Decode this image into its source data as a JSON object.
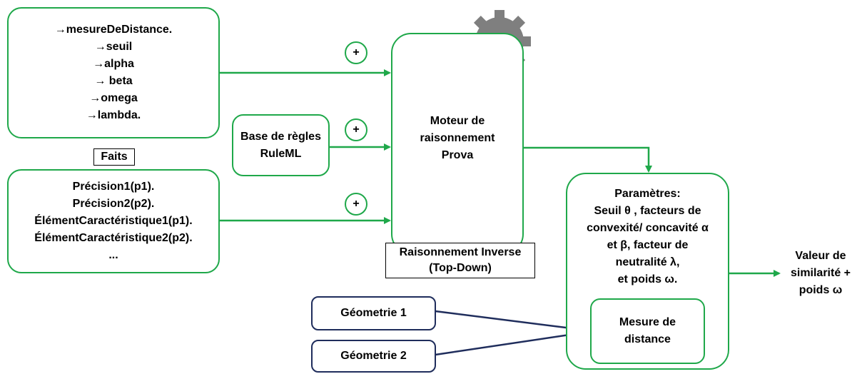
{
  "facts_params": [
    "→mesureDeDistance.",
    "→seuil",
    "→alpha",
    "→ beta",
    "→omega",
    "→lambda."
  ],
  "faits_label": "Faits",
  "facts_list": [
    "Précision1(p1).",
    "Précision2(p2).",
    "ÉlémentCaractéristique1(p1).",
    "ÉlémentCaractéristique2(p2).",
    "..."
  ],
  "rules_base": [
    "Base de règles",
    "RuleML"
  ],
  "engine": [
    "Moteur de",
    "raisonnement",
    "Prova"
  ],
  "reasoning_label": [
    "Raisonnement Inverse",
    "(Top-Down)"
  ],
  "plus_symbol": "+",
  "parameters": [
    "Paramètres:",
    "Seuil θ , facteurs de",
    "convexité/ concavité α",
    "et β, facteur de",
    "neutralité λ,",
    "et poids ω."
  ],
  "distance_measure": [
    "Mesure de",
    "distance"
  ],
  "geometry_1": "Géometrie 1",
  "geometry_2": "Géometrie 2",
  "output": [
    "Valeur de",
    "similarité +",
    "poids ω"
  ],
  "colors": {
    "green": "#1fa84a",
    "navy": "#1f2d5c",
    "gear": "#7f7f7f"
  }
}
